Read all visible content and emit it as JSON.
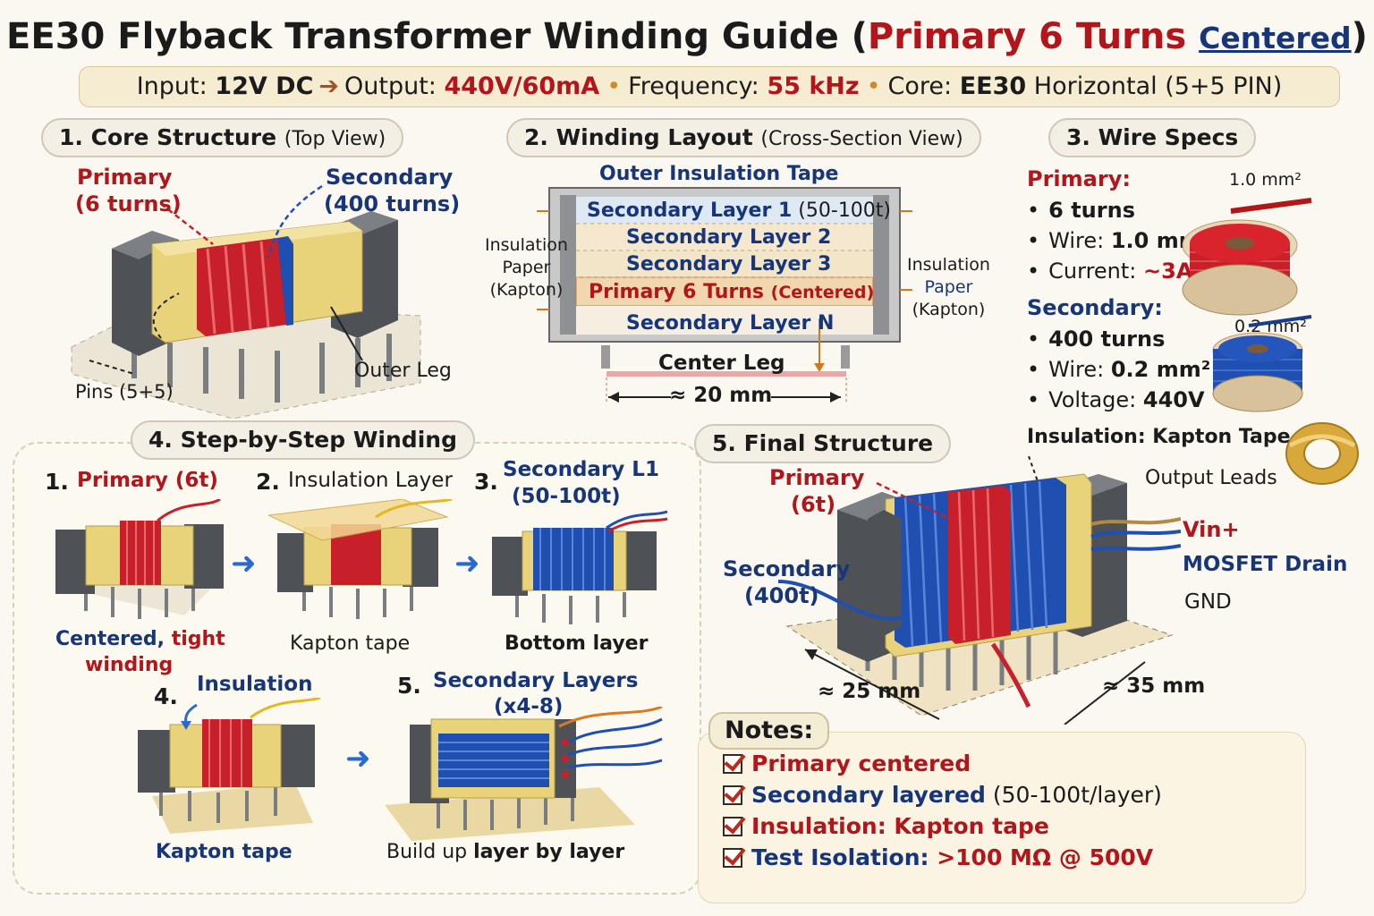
{
  "title": {
    "main": "EE30 Flyback Transformer Winding Guide (",
    "primary": "Primary 6 Turns",
    "centered": "Centered",
    "close": ")"
  },
  "specs": {
    "input_label": "Input: ",
    "input_value": "12V DC",
    "output_label": "Output: ",
    "output_value": "440V/60mA",
    "freq_label": "Frequency: ",
    "freq_value": "55 kHz",
    "core_label": "Core: ",
    "core_value": "EE30",
    "core_rest": " Horizontal (5+5 PIN)"
  },
  "core_section": {
    "heading": "1. Core Structure",
    "heading_sub": "(Top View)",
    "primary_label": "Primary",
    "primary_turns": "(6 turns)",
    "secondary_label": "Secondary",
    "secondary_turns": "(400 turns)",
    "outer_leg": "Outer Leg",
    "pins": "Pins (5+5)"
  },
  "winding_section": {
    "heading": "2. Winding Layout",
    "heading_sub": "(Cross-Section View)",
    "outer_tape": "Outer Insulation Tape",
    "layer1": "Secondary Layer 1",
    "layer1_turns": "(50-100t)",
    "layer2": "Secondary Layer 2",
    "layer3": "Secondary Layer 3",
    "primary_layer": "Primary 6 Turns",
    "primary_layer_sub": "(Centered)",
    "layerN": "Secondary Layer N",
    "center_leg": "Center Leg",
    "width": "≈ 20 mm",
    "left_ins_1": "Insulation",
    "left_ins_2": "Paper",
    "left_ins_3": "(Kapton)",
    "right_ins_1": "Insulation",
    "right_ins_2": "Paper",
    "right_ins_3": "(Kapton)"
  },
  "wire_section": {
    "heading": "3. Wire Specs",
    "primary_title": "Primary:",
    "p_turns": "6 turns",
    "p_wire_label": "Wire: ",
    "p_wire_value": "1.0 mm²",
    "p_current_label": "Current: ",
    "p_current_value": "~3A peak",
    "p_spool": "1.0 mm²",
    "secondary_title": "Secondary:",
    "s_turns": "400 turns",
    "s_wire_label": "Wire: ",
    "s_wire_value": "0.2 mm²",
    "s_voltage_label": "Voltage: ",
    "s_voltage_value": "440V",
    "s_spool": "0.2 mm²",
    "insulation": "Insulation: Kapton Tape",
    "output_leads": "Output Leads"
  },
  "steps_section": {
    "heading": "4. Step-by-Step Winding",
    "s1_num": "1.",
    "s1_title": "Primary (6t)",
    "s1_cap_a": "Centered, ",
    "s1_cap_b": "tight",
    "s1_cap_c": "winding",
    "s2_num": "2.",
    "s2_title": "Insulation Layer",
    "s2_cap": "Kapton tape",
    "s3_num": "3.",
    "s3_title": "Secondary L1",
    "s3_title2": "(50-100t)",
    "s3_cap": "Bottom layer",
    "s4_num": "4.",
    "s4_title": "Insulation",
    "s4_cap": "Kapton tape",
    "s5_num": "5.",
    "s5_title": "Secondary Layers",
    "s5_title2": "(x4-8)",
    "s5_cap_a": "Build up ",
    "s5_cap_b": "layer by layer"
  },
  "final_section": {
    "heading": "5. Final Structure",
    "primary": "Primary",
    "primary_t": "(6t)",
    "secondary": "Secondary",
    "secondary_t": "(400t)",
    "vin": "Vin+",
    "drain": "MOSFET Drain",
    "gnd": "GND",
    "dim_a": "≈ 25 mm",
    "dim_b": "≈ 35 mm"
  },
  "notes": {
    "title": "Notes:",
    "n1": "Primary centered",
    "n2a": "Secondary layered",
    "n2b": " (50-100t/layer)",
    "n3": "Insulation: Kapton tape",
    "n4a": "Test Isolation: ",
    "n4b": ">100 MΩ @ 500V"
  },
  "colors": {
    "primary_wire": "#c8202a",
    "secondary_wire": "#1f4fb0",
    "core": "#55585d",
    "bobbin": "#e8d27a",
    "kapton": "#d9a83a"
  }
}
